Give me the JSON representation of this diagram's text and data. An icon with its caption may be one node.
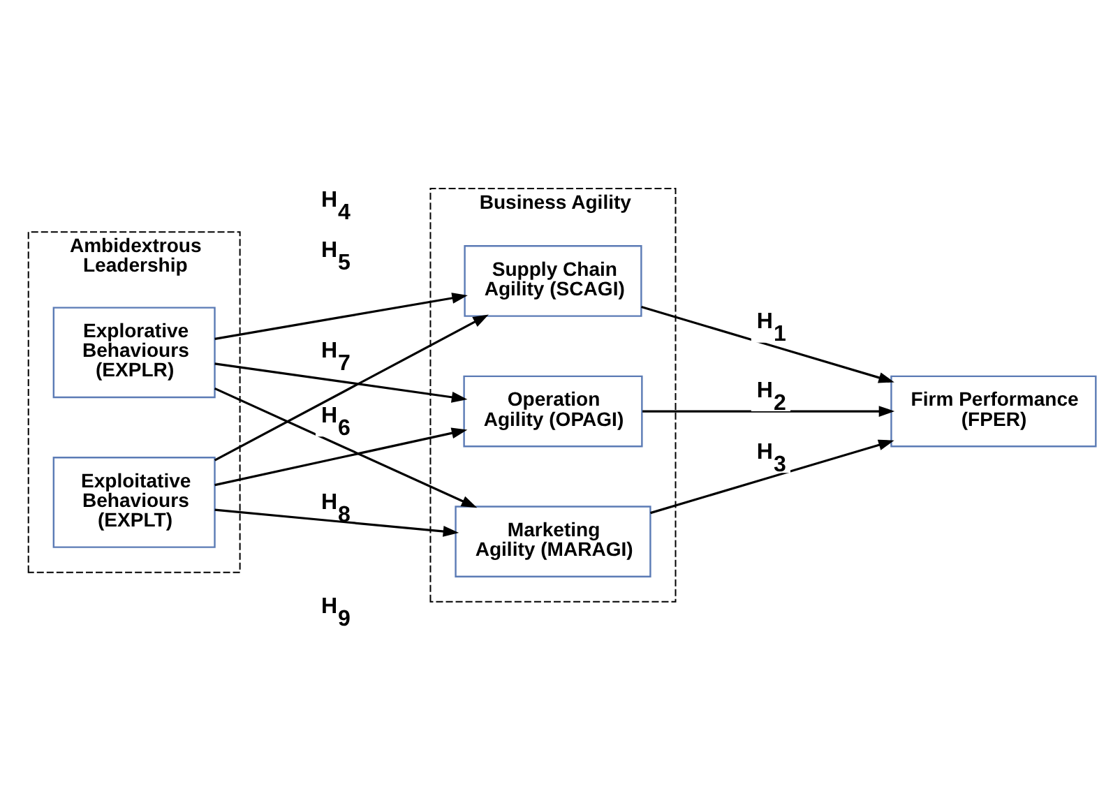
{
  "diagram": {
    "nodes": [
      {
        "text": [
          "Ambidextrous Leadership"
        ]
      },
      {
        "text": [
          "Explorative Behaviours (EXPLR)"
        ],
        "in": 0
      },
      {
        "text": [
          "Exploitative Behaviours (EXPLT)"
        ],
        "in": 0
      },
      {
        "text": [
          "Business Agility"
        ]
      },
      {
        "text": [
          "Supply Chain Agility (SCAGI)"
        ],
        "in": 3
      },
      {
        "text": [
          "Operation Agility (OPAGI)"
        ],
        "in": 3
      },
      {
        "text": [
          "Marketing Agility (MARAGI)"
        ],
        "in": 3
      },
      {
        "text": [
          "Firm Performance (FPER)"
        ]
      }
    ],
    "edges": [
      {
        "from": 1,
        "to": 4,
        "arrow": "to",
        "label": "H$_{4}$"
      },
      {
        "from": 1,
        "to": 5,
        "arrow": "to",
        "label": "H$_{5}$"
      },
      {
        "from": 1,
        "to": 6,
        "arrow": "to",
        "label": "H$_{6}$"
      },
      {
        "from": 2,
        "to": 4,
        "arrow": "to",
        "label": "H$_{7}$"
      },
      {
        "from": 2,
        "to": 5,
        "arrow": "to",
        "label": "H$_{8}$"
      },
      {
        "from": 2,
        "to": 6,
        "arrow": "to",
        "label": "H$_{9}$"
      },
      {
        "from": 4,
        "to": 7,
        "arrow": "to",
        "label": "H$_{1}$"
      },
      {
        "from": 5,
        "to": 7,
        "arrow": "to",
        "label": "H$_{2}$"
      },
      {
        "from": 6,
        "to": 7,
        "arrow": "to",
        "label": "H$_{3}$"
      }
    ]
  }
}
